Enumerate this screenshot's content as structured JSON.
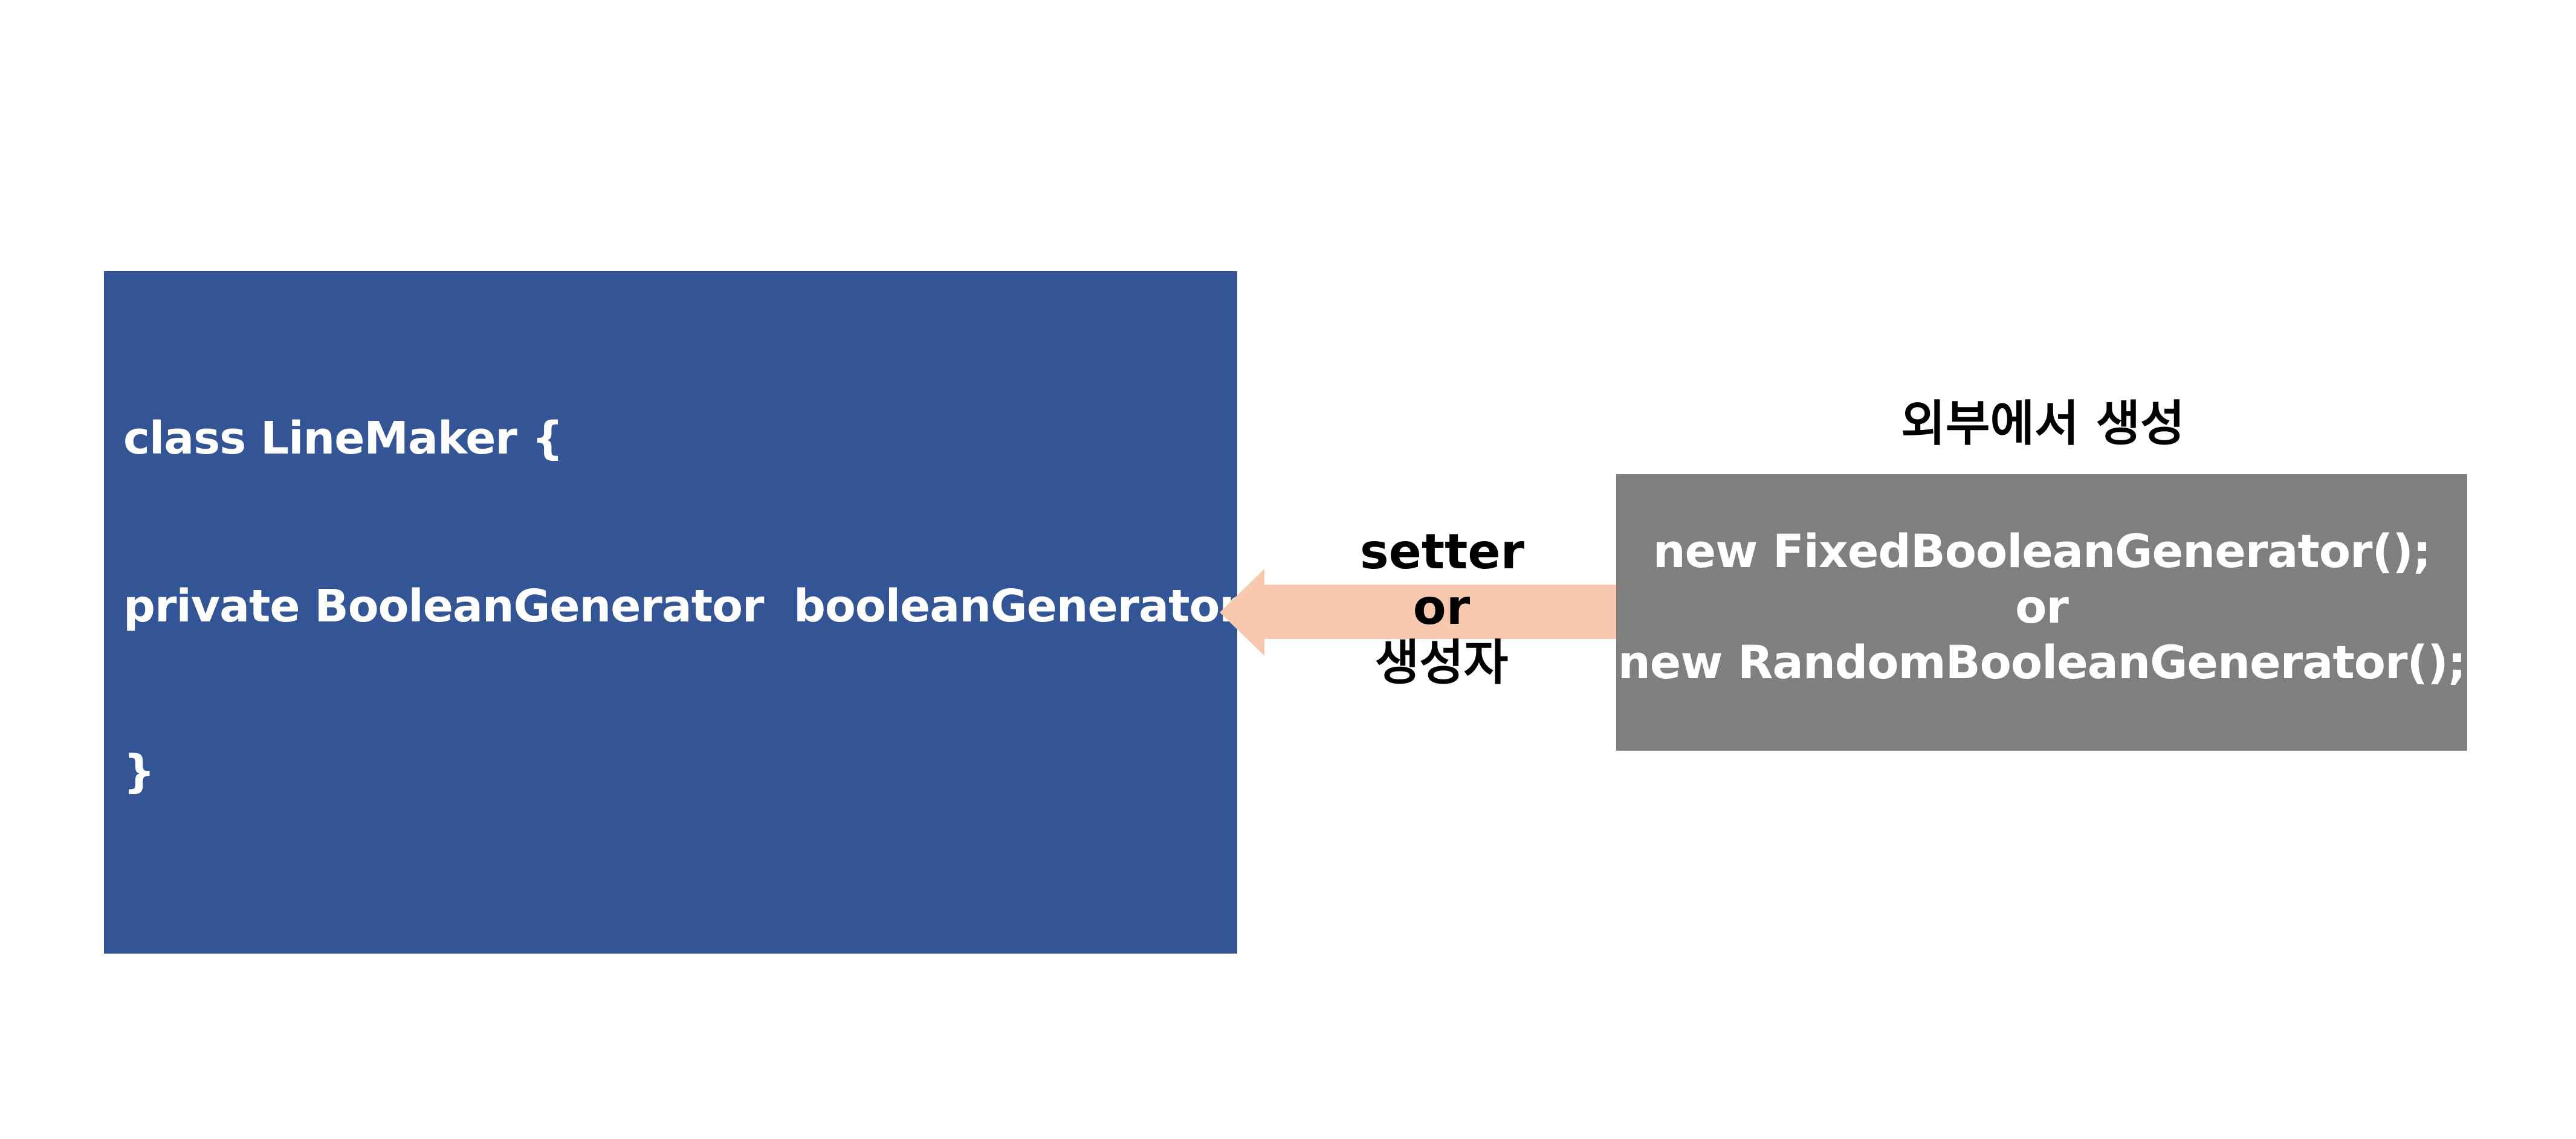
{
  "code_box": {
    "color": "#335595",
    "lines": [
      "class LineMaker {",
      "private BooleanGenerator  booleanGenerator;",
      "}"
    ]
  },
  "arrow": {
    "color": "#F8C9AE",
    "direction": "left",
    "labels": [
      "setter",
      "or",
      "생성자"
    ]
  },
  "external": {
    "title": "외부에서 생성",
    "box_color": "#7F7F7F",
    "lines": [
      "new FixedBooleanGenerator();",
      "or",
      "new RandomBooleanGenerator();"
    ]
  }
}
